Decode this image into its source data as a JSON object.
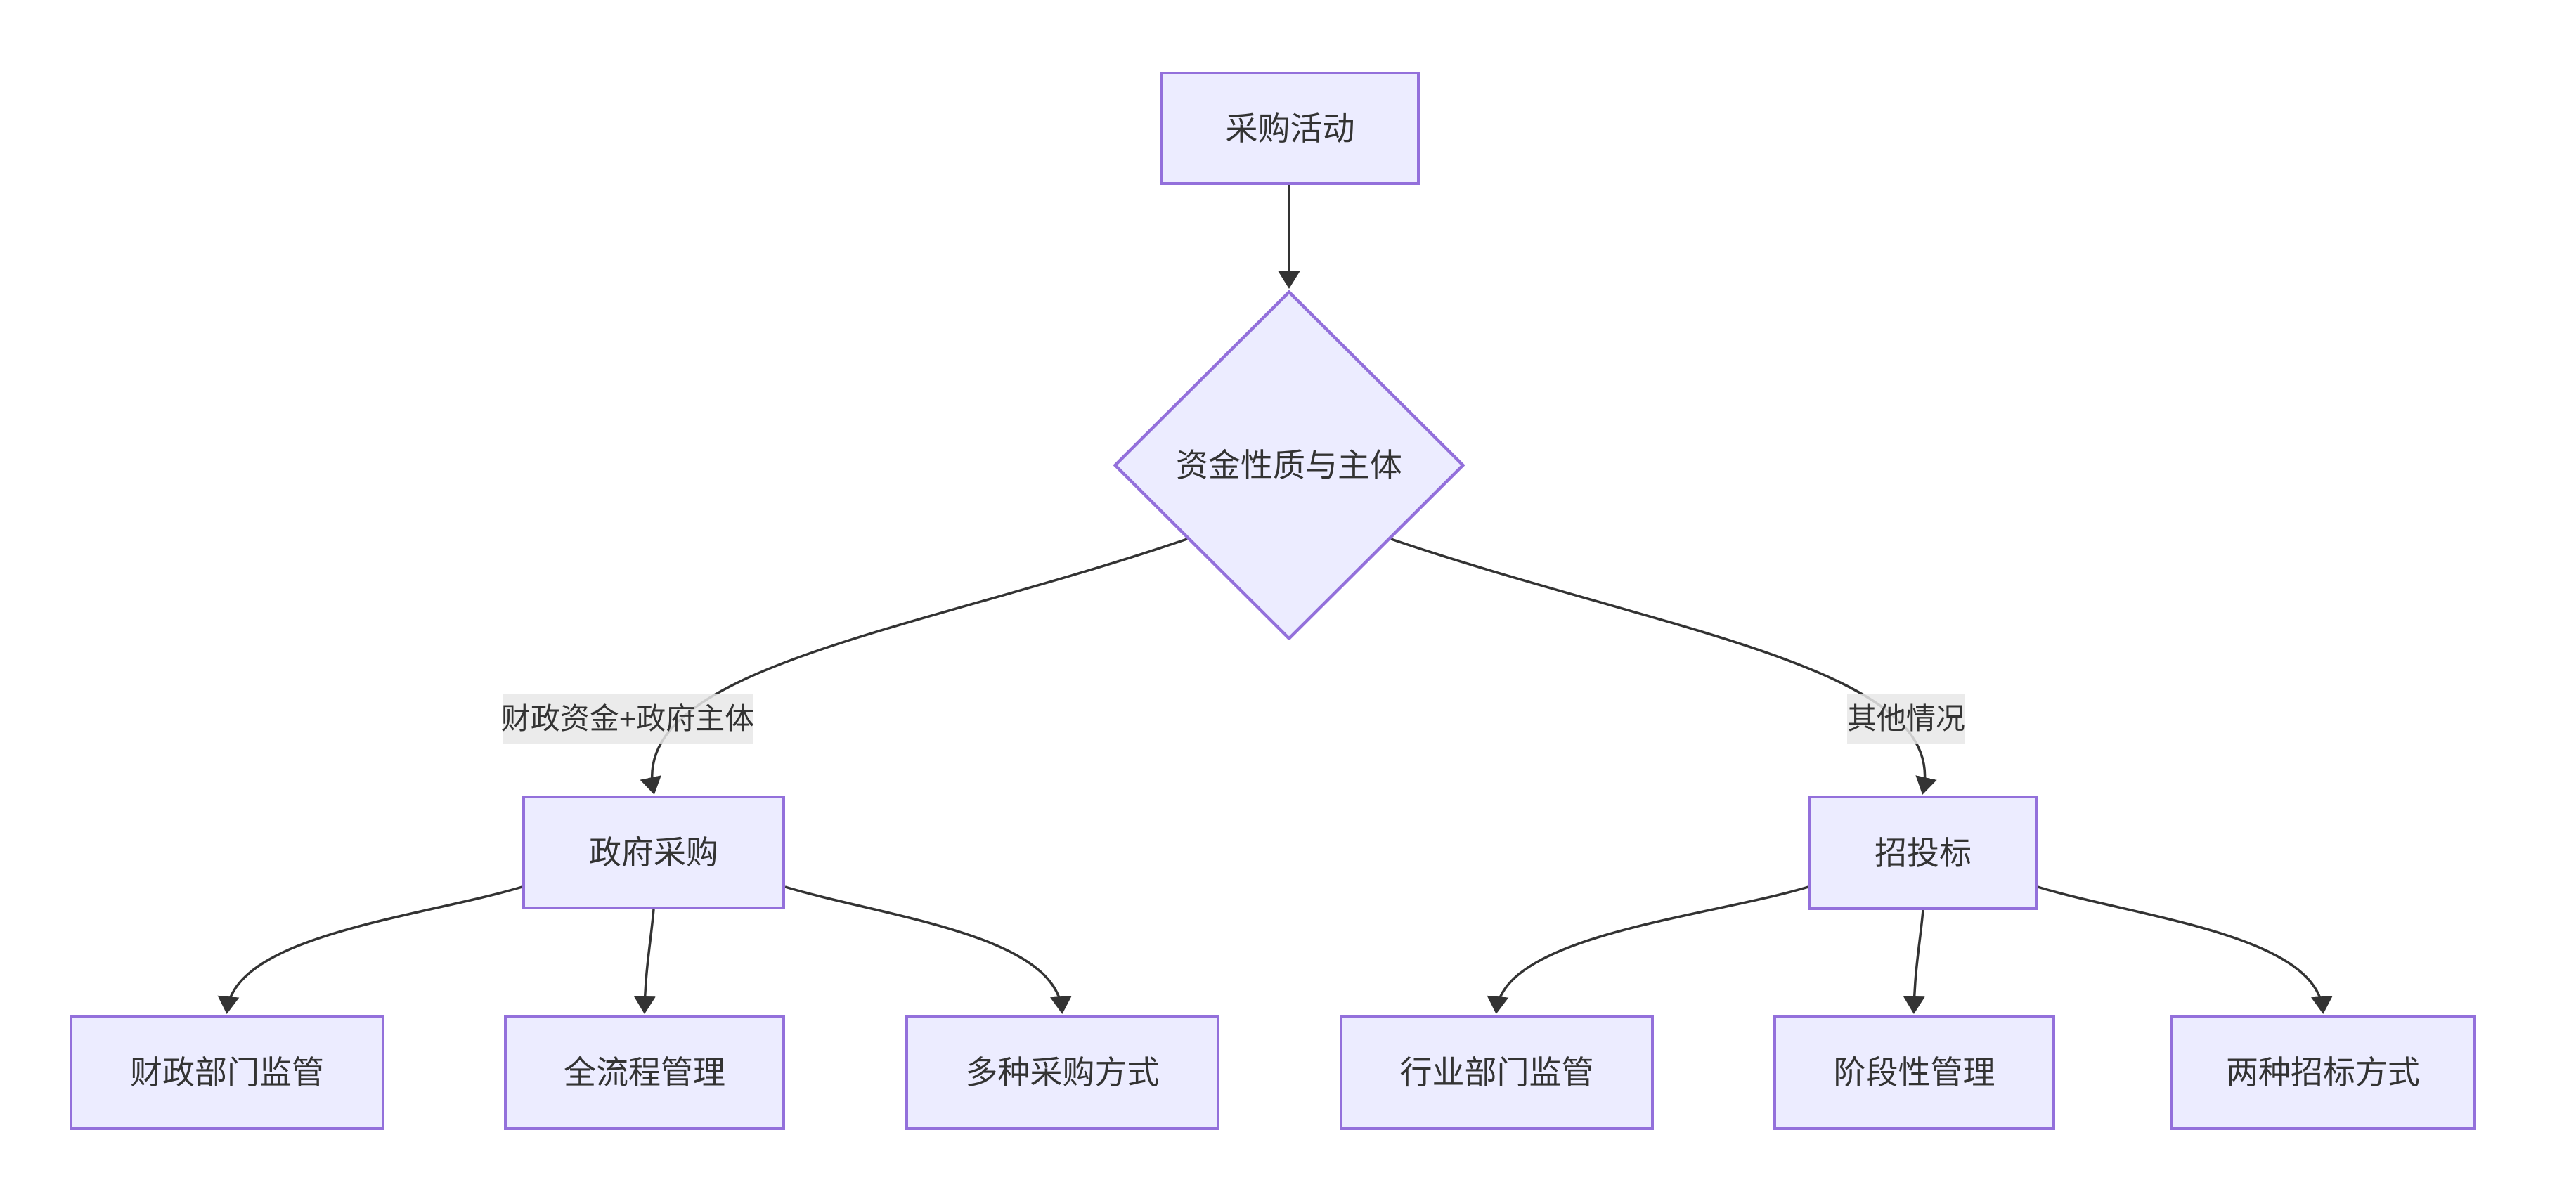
{
  "diagram": {
    "type": "flowchart",
    "direction": "top-down",
    "nodes": [
      {
        "id": "A",
        "shape": "rectangle",
        "label": "采购活动"
      },
      {
        "id": "B",
        "shape": "diamond",
        "label": "资金性质与主体"
      },
      {
        "id": "C",
        "shape": "rectangle",
        "label": "政府采购"
      },
      {
        "id": "D",
        "shape": "rectangle",
        "label": "招投标"
      },
      {
        "id": "E",
        "shape": "rectangle",
        "label": "财政部门监管"
      },
      {
        "id": "F",
        "shape": "rectangle",
        "label": "全流程管理"
      },
      {
        "id": "G",
        "shape": "rectangle",
        "label": "多种采购方式"
      },
      {
        "id": "H",
        "shape": "rectangle",
        "label": "行业部门监管"
      },
      {
        "id": "I",
        "shape": "rectangle",
        "label": "阶段性管理"
      },
      {
        "id": "J",
        "shape": "rectangle",
        "label": "两种招标方式"
      }
    ],
    "edges": [
      {
        "from": "A",
        "to": "B",
        "label": ""
      },
      {
        "from": "B",
        "to": "C",
        "label": "财政资金+政府主体"
      },
      {
        "from": "B",
        "to": "D",
        "label": "其他情况"
      },
      {
        "from": "C",
        "to": "E",
        "label": ""
      },
      {
        "from": "C",
        "to": "F",
        "label": ""
      },
      {
        "from": "C",
        "to": "G",
        "label": ""
      },
      {
        "from": "D",
        "to": "H",
        "label": ""
      },
      {
        "from": "D",
        "to": "I",
        "label": ""
      },
      {
        "from": "D",
        "to": "J",
        "label": ""
      }
    ],
    "colors": {
      "node_fill": "#ECECFF",
      "node_border": "#9370DB",
      "edge_stroke": "#333333",
      "text": "#333333",
      "edge_label_bg": "#e8e8e8",
      "background": "#ffffff"
    }
  }
}
